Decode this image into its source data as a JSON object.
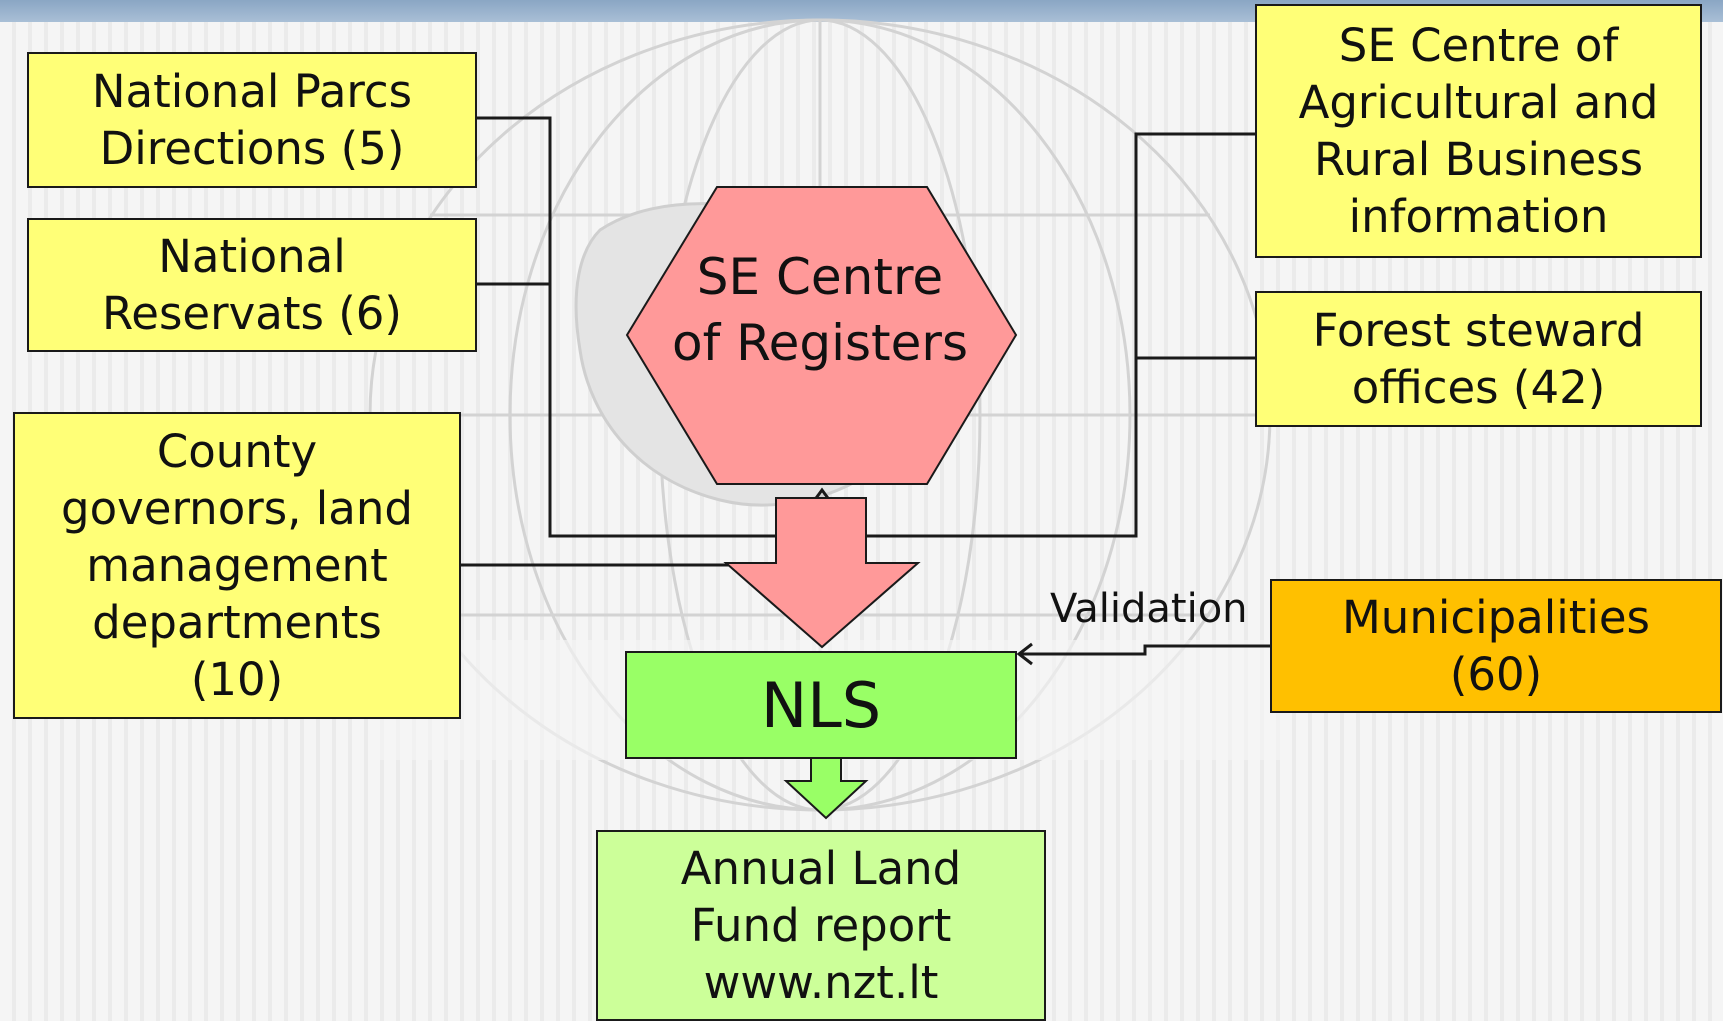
{
  "nodes": {
    "national_parcs": {
      "lines": [
        "National Parcs",
        "Directions (5)"
      ]
    },
    "national_reservats": {
      "lines": [
        "National",
        "Reservats (6)"
      ]
    },
    "county_governors": {
      "lines": [
        "County",
        "governors, land",
        "management",
        "departments",
        "(10)"
      ]
    },
    "se_centre_agri": {
      "lines": [
        "SE Centre of",
        "Agricultural and",
        "Rural Business",
        "information"
      ]
    },
    "forest_steward": {
      "lines": [
        "Forest steward",
        "offices (42)"
      ]
    },
    "municipalities": {
      "lines": [
        "Municipalities",
        "(60)"
      ]
    },
    "se_centre_registers": {
      "lines": [
        "SE Centre",
        "of Registers"
      ]
    },
    "nls": {
      "label": "NLS"
    },
    "annual_report": {
      "lines": [
        "Annual Land",
        "Fund report",
        "www.nzt.lt"
      ]
    }
  },
  "edges": {
    "validation": {
      "label": "Validation"
    }
  },
  "colors": {
    "yellow_box": "#ffff77",
    "orange_box": "#ffc000",
    "registers_hexagon": "#ff9999",
    "nls_box": "#99ff66",
    "report_box": "#ccff99",
    "line": "#1a1a1a"
  }
}
